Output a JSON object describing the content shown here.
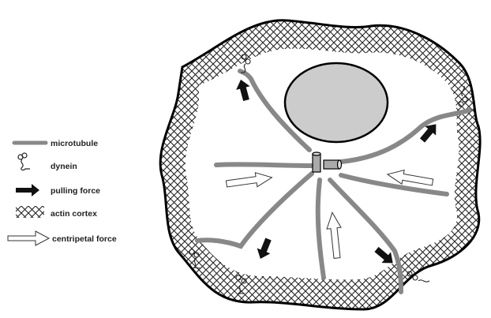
{
  "legend": {
    "items": [
      {
        "key": "microtubule",
        "label": "microtubule",
        "icon": "microtubule-line-icon"
      },
      {
        "key": "dynein",
        "label": "dynein",
        "icon": "dynein-icon"
      },
      {
        "key": "pulling",
        "label": "pulling force",
        "icon": "black-arrow-icon"
      },
      {
        "key": "actin",
        "label": "actin cortex",
        "icon": "actin-mesh-icon"
      },
      {
        "key": "centripetal",
        "label": "centripetal force",
        "icon": "hollow-arrow-icon"
      }
    ]
  },
  "colors": {
    "microtubule": "#888888",
    "cell_outline": "#000000",
    "nucleus_fill": "#cccccc",
    "pulling_arrow": "#111111",
    "centripetal_arrow_fill": "#ffffff",
    "actin": "#222222"
  }
}
